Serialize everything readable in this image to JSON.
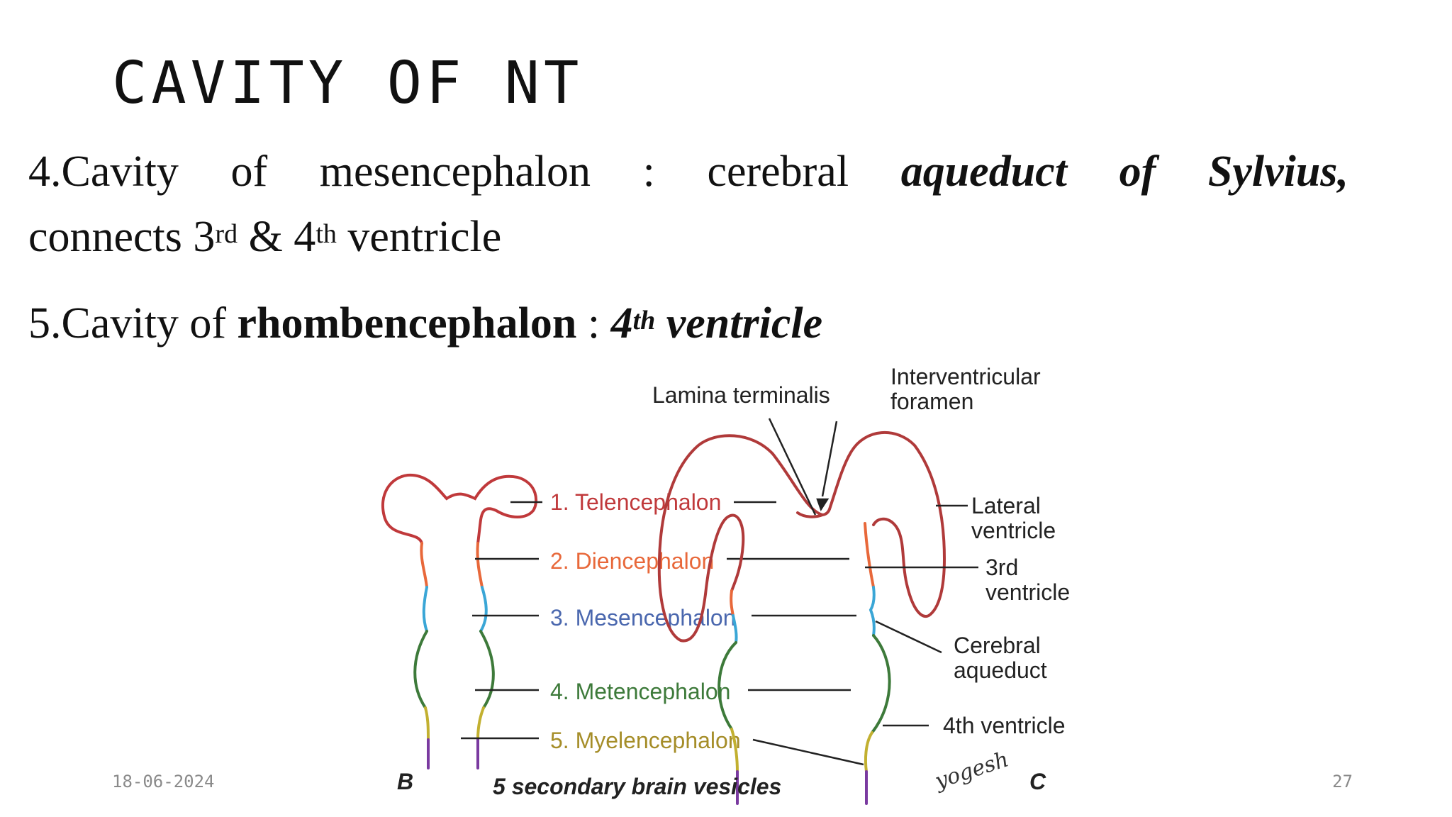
{
  "slide": {
    "title": "CAVITY OF NT",
    "point4": {
      "w1": "4.Cavity",
      "w2": "of",
      "w3": "mesencephalon",
      "w4": ":",
      "w5": "cerebral",
      "w6": "aqueduct",
      "w7": "of",
      "w8": "Sylvius,",
      "line2_a": "connects 3",
      "line2_sup1": "rd",
      "line2_b": " & 4",
      "line2_sup2": "th",
      "line2_c": " ventricle"
    },
    "point5": {
      "prefix": "5.Cavity of ",
      "bold": "rhombencephalon",
      "sep": " : ",
      "em1": "4",
      "em_sup": "th",
      "em2": " ventricle"
    },
    "footer": {
      "date": "18-06-2024",
      "page": "27"
    }
  },
  "figure": {
    "labels": {
      "telencephalon": "1. Telencephalon",
      "diencephalon": "2. Diencephalon",
      "mesencephalon": "3. Mesencephalon",
      "metencephalon": "4. Metencephalon",
      "myelencephalon": "5. Myelencephalon",
      "lamina": "Lamina terminalis",
      "interventricular_1": "Interventricular",
      "interventricular_2": "foramen",
      "lateral_1": "Lateral",
      "lateral_2": "ventricle",
      "third_1": "3rd",
      "third_2": "ventricle",
      "aqueduct_1": "Cerebral",
      "aqueduct_2": "aqueduct",
      "fourth": "4th ventricle",
      "panel_b": "B",
      "panel_c": "C",
      "caption": "5 secondary brain vesicles",
      "signature": "yogesh"
    },
    "colors": {
      "telencephalon": "#c0393b",
      "diencephalon": "#e8683a",
      "mesencephalon": "#3aa6d6",
      "mesencephalon_text": "#4a67ae",
      "metencephalon": "#3d7a3a",
      "myelencephalon": "#c2b030",
      "myelencephalon_text": "#a58d28",
      "spinal": "#7a3aa0",
      "brain_outline": "#b03a3a",
      "leader": "#222222"
    }
  }
}
